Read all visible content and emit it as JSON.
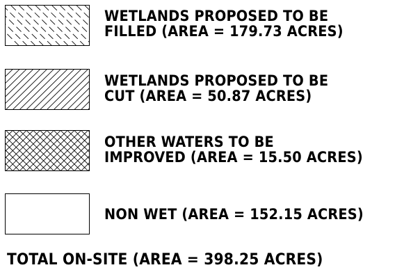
{
  "legend": {
    "items": [
      {
        "key": "fill",
        "pattern": "sparse-diagonal-dashed-hatch",
        "line1": "WETLANDS PROPOSED TO BE",
        "line2": "FILLED (AREA = 179.73 ACRES)"
      },
      {
        "key": "cut",
        "pattern": "diagonal-hatch",
        "line1": "WETLANDS PROPOSED TO BE",
        "line2": "CUT (AREA = 50.87 ACRES)"
      },
      {
        "key": "improve",
        "pattern": "crosshatch",
        "line1": "OTHER WATERS TO BE",
        "line2": "IMPROVED (AREA = 15.50 ACRES)"
      },
      {
        "key": "nonwet",
        "pattern": "none",
        "line1": "NON WET (AREA = 152.15 ACRES)"
      }
    ],
    "total": "TOTAL ON-SITE (AREA = 398.25 ACRES)"
  },
  "colors": {
    "ink": "#000000",
    "background": "#ffffff"
  }
}
